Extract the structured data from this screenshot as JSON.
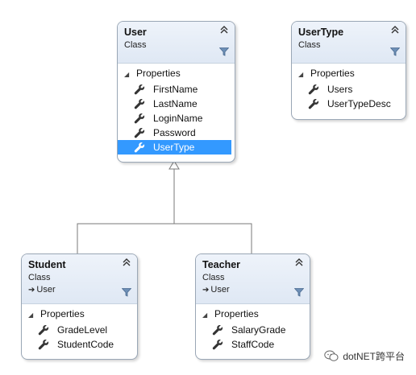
{
  "classes": {
    "user": {
      "name": "User",
      "kind": "Class",
      "section": "Properties",
      "properties": [
        "FirstName",
        "LastName",
        "LoginName",
        "Password",
        "UserType"
      ],
      "selected_property": "UserType"
    },
    "usertype": {
      "name": "UserType",
      "kind": "Class",
      "section": "Properties",
      "properties": [
        "Users",
        "UserTypeDesc"
      ]
    },
    "student": {
      "name": "Student",
      "kind": "Class",
      "base": "User",
      "section": "Properties",
      "properties": [
        "GradeLevel",
        "StudentCode"
      ]
    },
    "teacher": {
      "name": "Teacher",
      "kind": "Class",
      "base": "User",
      "section": "Properties",
      "properties": [
        "SalaryGrade",
        "StaffCode"
      ]
    }
  },
  "icons": {
    "collapse": "double-chevron-up-icon",
    "filter": "filter-icon",
    "property": "wrench-icon",
    "section_toggle": "triangle-expanded-icon",
    "inherits": "arrow-right-icon"
  },
  "colors": {
    "header_gradient_top": "#eef3fa",
    "header_gradient_bottom": "#dfe8f4",
    "border": "#9aa7b6",
    "selection": "#3399ff",
    "connector": "#7a7a7a"
  },
  "watermark": "dotNET跨平台"
}
